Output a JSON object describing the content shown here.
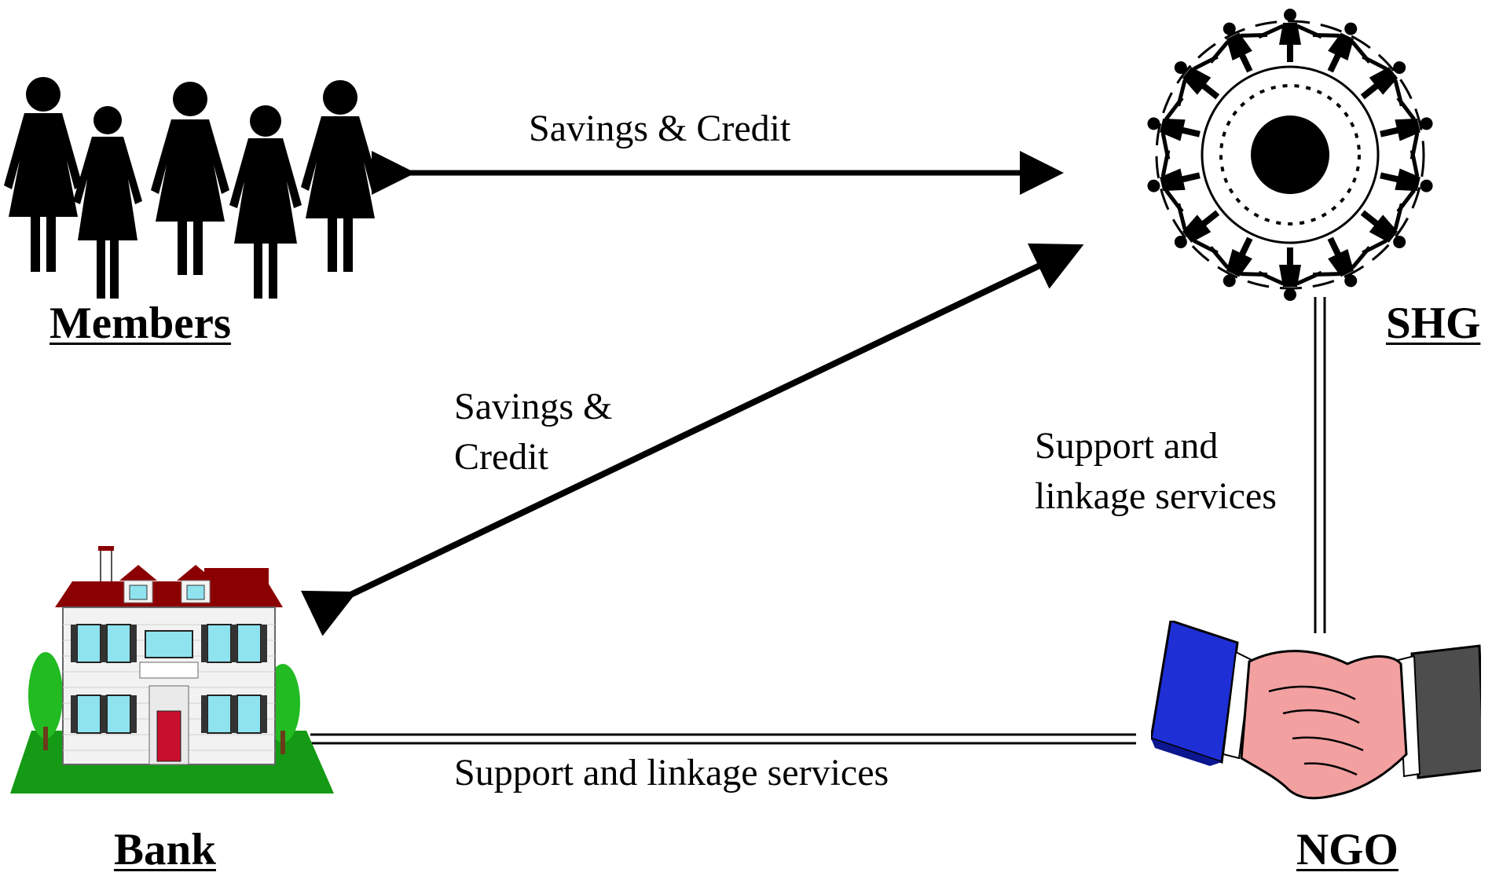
{
  "nodes": {
    "members": {
      "label": "Members",
      "icon": "women-group-icon"
    },
    "shg": {
      "label": "SHG",
      "icon": "shg-circle-of-people-icon"
    },
    "bank": {
      "label": "Bank",
      "icon": "bank-building-icon"
    },
    "ngo": {
      "label": "NGO",
      "icon": "handshake-icon"
    }
  },
  "edges": [
    {
      "from": "members",
      "to": "shg",
      "style": "double-headed arrow",
      "label_lines": [
        "Savings & Credit"
      ]
    },
    {
      "from": "shg",
      "to": "bank",
      "style": "double-headed arrow",
      "label_lines": [
        "Savings &",
        "Credit"
      ]
    },
    {
      "from": "shg",
      "to": "ngo",
      "style": "double line",
      "label_lines": [
        "Support and",
        "linkage services"
      ]
    },
    {
      "from": "bank",
      "to": "ngo",
      "style": "double line",
      "label_lines": [
        "Support and linkage services"
      ]
    }
  ],
  "colors": {
    "line": "#000000",
    "roof": "#8b0000",
    "lawn": "#159a15",
    "tree": "#22bb22",
    "window": "#8ee3ee",
    "door": "#c8102e",
    "sleeve_left": "#1f2fd6",
    "sleeve_right": "#4d4d4d",
    "skin": "#f2a0a0"
  }
}
